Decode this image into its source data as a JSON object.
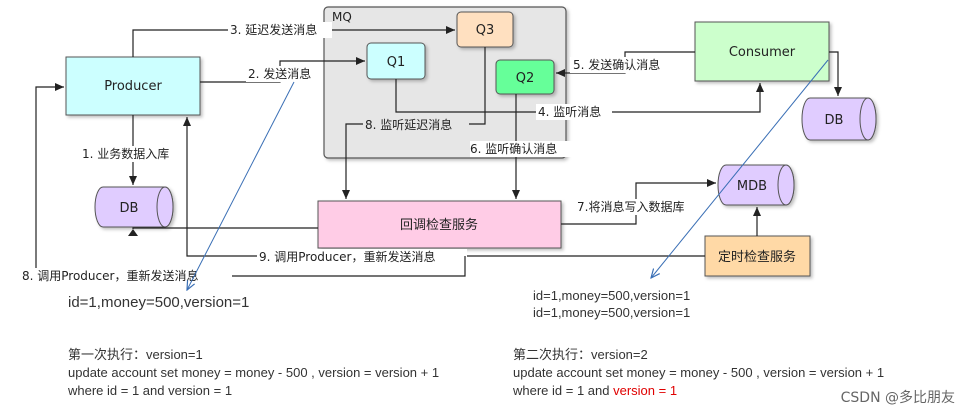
{
  "mq": {
    "title": "MQ"
  },
  "nodes": {
    "producer": "Producer",
    "consumer": "Consumer",
    "q1": "Q1",
    "q2": "Q2",
    "q3": "Q3",
    "db_left": "DB",
    "db_right": "DB",
    "mdb": "MDB",
    "callback_service": "回调检查服务",
    "timer_service": "定时检查服务"
  },
  "edges": {
    "e1": "1. 业务数据入库",
    "e2": "2. 发送消息",
    "e3": "3. 延迟发送消息",
    "e4": "4. 监听消息",
    "e5": "5. 发送确认消息",
    "e6": "6. 监听确认消息",
    "e7": "7.将消息写入数据库",
    "e8a": "8. 监听延迟消息",
    "e8b": "8. 调用Producer，重新发送消息",
    "e9": "9. 调用Producer，重新发送消息"
  },
  "notes": {
    "left_record": "id=1,money=500,version=1",
    "right_record_1": "id=1,money=500,version=1",
    "right_record_2": "id=1,money=500,version=1",
    "first_title": "第一次执行：version=1",
    "first_sql_1": "update account set money = money - 500 , version = version + 1",
    "first_sql_2": "where id = 1 and version = 1",
    "second_title": "第二次执行：version=2",
    "second_sql_1": "update account set money = money - 500 , version = version + 1",
    "second_sql_2_prefix": "where id = 1 and ",
    "second_sql_2_red": "version = 1"
  },
  "watermark": "CSDN @多比朋友",
  "colors": {
    "producer": "#ccffff",
    "consumer": "#ccffcc",
    "q1": "#ccffff",
    "q2": "#66ff99",
    "q3": "#ffe0c0",
    "purple": "#e0ccff",
    "pink": "#ffcce6",
    "orange": "#ffd9a6",
    "mq_bg": "#e6e6e6",
    "annotation_line": "#3a6fb5",
    "highlight": "#e00000"
  }
}
